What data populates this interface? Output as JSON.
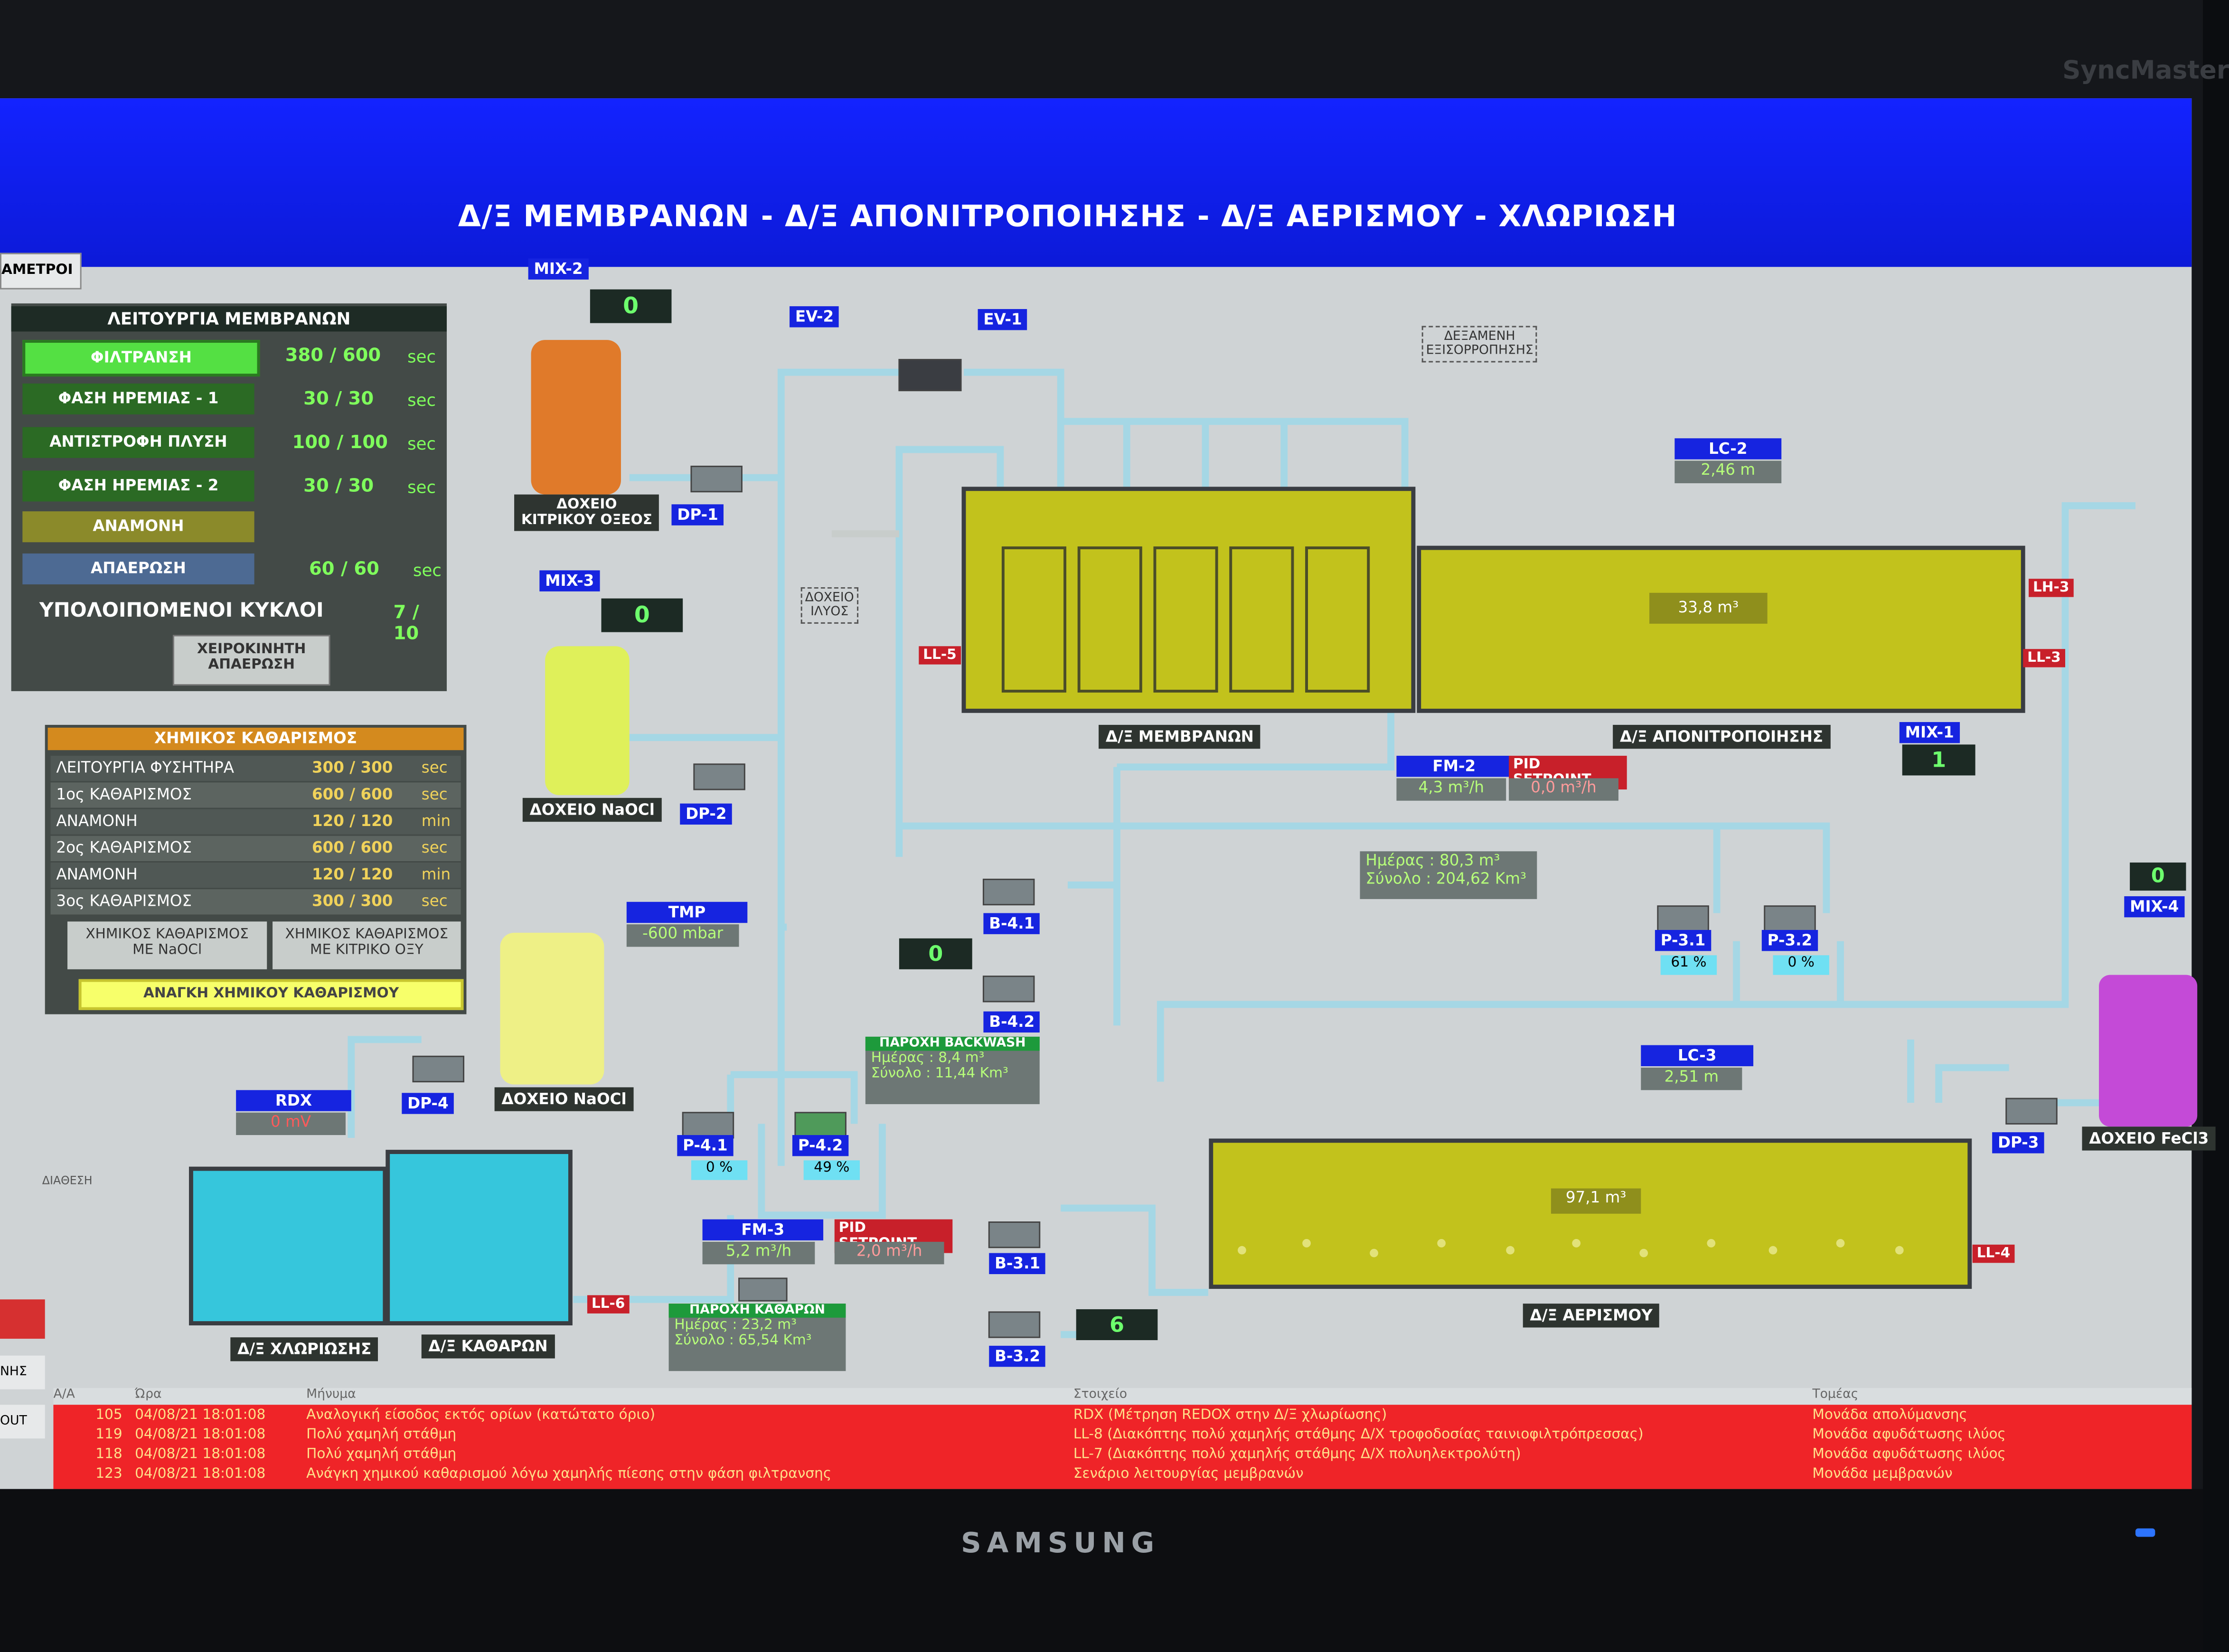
{
  "header": {
    "title": "Δ/Ξ ΜΕΜΒΡΑΝΩΝ - Δ/Ξ ΑΠΟΝΙΤΡΟΠΟΙΗΣΗΣ - Δ/Ξ ΑΕΡΙΣΜΟΥ - ΧΛΩΡΙΩΣΗ"
  },
  "sidebar": {
    "top_tab": "ΑΜΕΤΡΟΙ",
    "item_1": "ΝΗΣ",
    "item_2": "ΟUT"
  },
  "membrane_panel": {
    "title": "ΛΕΙΤΟΥΡΓΙΑ ΜΕΜΒΡΑΝΩΝ",
    "rows": [
      {
        "label": "ΦΙΛΤΡΑΝΣΗ",
        "value": "380 / 600",
        "unit": "sec"
      },
      {
        "label": "ΦΑΣΗ ΗΡΕΜΙΑΣ - 1",
        "value": "30 / 30",
        "unit": "sec"
      },
      {
        "label": "ΑΝΤΙΣΤΡΟΦΗ ΠΛΥΣΗ",
        "value": "100 / 100",
        "unit": "sec"
      },
      {
        "label": "ΦΑΣΗ ΗΡΕΜΙΑΣ - 2",
        "value": "30 / 30",
        "unit": "sec"
      },
      {
        "label": "ΑΝΑΜΟΝΗ",
        "value": "",
        "unit": ""
      },
      {
        "label": "ΑΠΑΕΡΩΣΗ",
        "value": "60 / 60",
        "unit": "sec"
      }
    ],
    "remaining_label": "ΥΠΟΛΟΙΠΟΜΕΝΟΙ ΚΥΚΛΟΙ",
    "remaining_value": "7 / 10",
    "manual_button_line1": "ΧΕΙΡΟΚΙΝΗΤΗ",
    "manual_button_line2": "ΑΠΑΕΡΩΣΗ"
  },
  "chemical_panel": {
    "title": "ΧΗΜΙΚΟΣ ΚΑΘΑΡΙΣΜΟΣ",
    "rows": [
      {
        "label": "ΛΕΙΤΟΥΡΓΙΑ ΦΥΣΗΤΗΡΑ",
        "value": "300 / 300",
        "unit": "sec"
      },
      {
        "label": "1ος ΚΑΘΑΡΙΣΜΟΣ",
        "value": "600 / 600",
        "unit": "sec"
      },
      {
        "label": "ΑΝΑΜΟΝΗ",
        "value": "120 / 120",
        "unit": "min"
      },
      {
        "label": "2ος ΚΑΘΑΡΙΣΜΟΣ",
        "value": "600 / 600",
        "unit": "sec"
      },
      {
        "label": "ΑΝΑΜΟΝΗ",
        "value": "120 / 120",
        "unit": "min"
      },
      {
        "label": "3ος ΚΑΘΑΡΙΣΜΟΣ",
        "value": "300 / 300",
        "unit": "sec"
      }
    ],
    "btn_naocl_1": "ΧΗΜΙΚΟΣ ΚΑΘΑΡΙΣΜΟΣ",
    "btn_naocl_2": "ΜΕ NaOCl",
    "btn_citric_1": "ΧΗΜΙΚΟΣ ΚΑΘΑΡΙΣΜΟΣ",
    "btn_citric_2": "ΜΕ ΚΙΤΡΙΚΟ ΟΞΥ",
    "need_chem": "ΑΝΑΓΚΗ ΧΗΜΙΚΟΥ ΚΑΘΑΡΙΣΜΟΥ"
  },
  "equipment": {
    "mix2": "MIX-2",
    "mix2_value": "0",
    "mix3": "MIX-3",
    "mix3_value": "0",
    "mix1": "MIX-1",
    "mix1_value": "1",
    "mix4": "MIX-4",
    "mix4_value": "0",
    "ev2": "EV-2",
    "ev1": "EV-1",
    "dp1": "DP-1",
    "dp2": "DP-2",
    "dp3": "DP-3",
    "dp4": "DP-4",
    "citric_tank_1": "ΔΟΧΕΙΟ",
    "citric_tank_2": "ΚΙΤΡΙΚΟΥ ΟΞΕΟΣ",
    "naocl_tank": "ΔΟΧΕΙΟ NaOCl",
    "naocl_tank2": "ΔΟΧΕΙΟ NaOCl",
    "fecl3_tank": "ΔΟΧΕΙΟ FeCl3",
    "sludge_tank_1": "ΔΟΧΕΙΟ",
    "sludge_tank_2": "ΙΛΥΟΣ",
    "balance_tank_1": "ΔΕΞΑΜΕΝΗ",
    "balance_tank_2": "ΕΞΙΣΟΡΡΟΠΗΣΗΣ",
    "lc2": "LC-2",
    "lc2_value": "2,46",
    "lc2_unit": "m",
    "lc3": "LC-3",
    "lc3_value": "2,51",
    "lc3_unit": "m",
    "denit_volume": "33,8 m³",
    "aer_volume": "97,1 m³",
    "ll5": "LL-5",
    "lh3": "LH-3",
    "ll3": "LL-3",
    "ll4": "LL-4",
    "ll6": "LL-6",
    "membrane_tank": "Δ/Ξ ΜΕΜΒΡΑΝΩΝ",
    "denit_tank": "Δ/Ξ ΑΠΟΝΙΤΡΟΠΟΙΗΣΗΣ",
    "aer_tank": "Δ/Ξ ΑΕΡΙΣΜΟΥ",
    "chlor_tank": "Δ/Ξ ΧΛΩΡΙΩΣΗΣ",
    "clean_tank": "Δ/Ξ ΚΑΘΑΡΩΝ",
    "fm2": "FM-2",
    "fm2_value": "4,3 m³/h",
    "pid1": "PID SETPOINT",
    "pid1_value": "0,0 m³/h",
    "fm2_day": "Ημέρας :",
    "fm2_day_v": "80,3 m³",
    "fm2_total": "Σύνολο :",
    "fm2_total_v": "204,62 Km³",
    "p31": "P-3.1",
    "p31_pct": "61 %",
    "p32": "P-3.2",
    "p32_pct": "0 %",
    "b41": "B-4.1",
    "b42": "B-4.2",
    "b31": "B-3.1",
    "b32": "B-3.2",
    "b4_value": "0",
    "b3_value": "6",
    "tmp": "TMP",
    "tmp_value": "-600 mbar",
    "backwash": "ΠΑΡΟΧΗ BACKWASH",
    "bw_day": "Ημέρας :",
    "bw_day_v": "8,4 m³",
    "bw_total": "Σύνολο :",
    "bw_total_v": "11,44 Km³",
    "p41": "P-4.1",
    "p41_pct": "0 %",
    "p42": "P-4.2",
    "p42_pct": "49 %",
    "fm3": "FM-3",
    "fm3_value": "5,2 m³/h",
    "pid2": "PID SETPOINT",
    "pid2_value": "2,0 m³/h",
    "clean_flow": "ΠΑΡΟΧΗ ΚΑΘΑΡΩΝ",
    "cf_day": "Ημέρας :",
    "cf_day_v": "23,2 m³",
    "cf_total": "Σύνολο :",
    "cf_total_v": "65,54 Km³",
    "rdx": "RDX",
    "rdx_value": "0 mV",
    "disposal": "ΔΙΑΘΕΣΗ"
  },
  "alarms": {
    "headers": {
      "aa": "Α/Α",
      "time": "Ώρα",
      "msg": "Μήνυμα",
      "element": "Στοιχείο",
      "sector": "Τομέας"
    },
    "rows": [
      {
        "id": "105",
        "time": "04/08/21 18:01:08",
        "msg": "Αναλογική είσοδος εκτός ορίων (κατώτατο όριο)",
        "element": "RDX (Μέτρηση REDOX στην Δ/Ξ χλωρίωσης)",
        "sector": "Μονάδα απολύμανσης"
      },
      {
        "id": "119",
        "time": "04/08/21 18:01:08",
        "msg": "Πολύ χαμηλή στάθμη",
        "element": "LL-8 (Διακόπτης πολύ χαμηλής στάθμης Δ/Χ τροφοδοσίας ταινιοφιλτρόπρεσσας)",
        "sector": "Μονάδα αφυδάτωσης ιλύος"
      },
      {
        "id": "118",
        "time": "04/08/21 18:01:08",
        "msg": "Πολύ χαμηλή στάθμη",
        "element": "LL-7 (Διακόπτης πολύ χαμηλής στάθμης Δ/Χ πολυηλεκτρολύτη)",
        "sector": "Μονάδα αφυδάτωσης ιλύος"
      },
      {
        "id": "123",
        "time": "04/08/21 18:01:08",
        "msg": "Ανάγκη χημικού καθαρισμού λόγω χαμηλής πίεσης στην φάση φιλτρανσης",
        "element": "Σενάριο λειτουργίας μεμβρανών",
        "sector": "Μονάδα μεμβρανών"
      }
    ]
  },
  "monitor": {
    "brand": "SAMSUNG",
    "model": "SyncMaster"
  },
  "colors": {
    "title_blue": "#1323ff",
    "alarm_red": "#ef2428",
    "tank_yellow": "#c2c21c",
    "tank_cyan": "#36c6dc",
    "pipe": "#a5d7e5"
  }
}
